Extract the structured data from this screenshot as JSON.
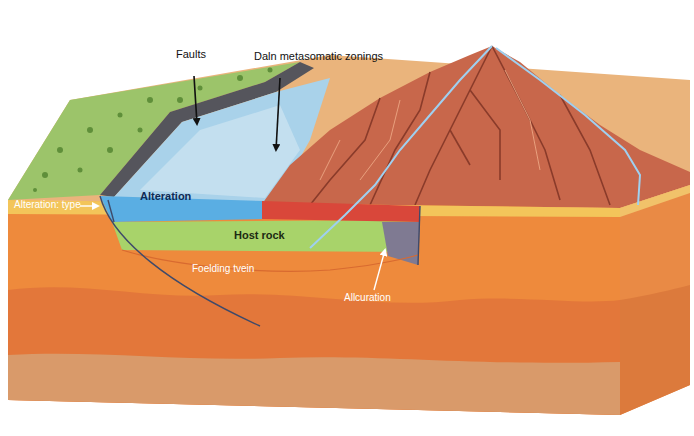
{
  "diagram": {
    "labels": [
      "Faults",
      "Daln metasomatic zonings",
      "Alteration",
      "Host rock",
      "Alteration: type",
      "Foelding tvein",
      "Allcuration"
    ]
  }
}
